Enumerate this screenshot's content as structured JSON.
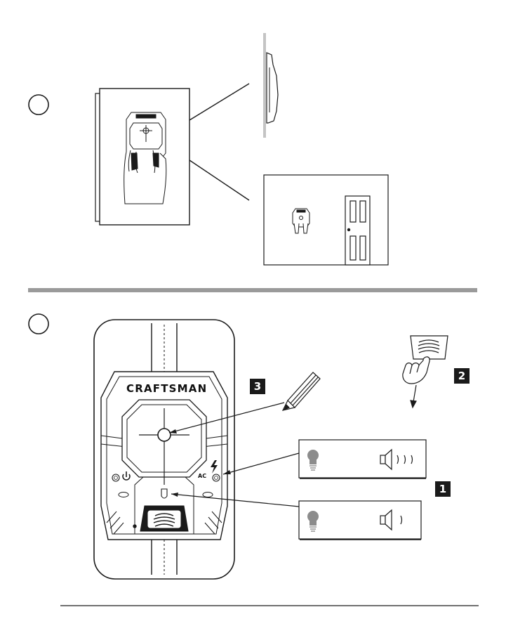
{
  "device": {
    "brand_text": "CRAFTSMAN",
    "ac_label": "AC"
  },
  "steps": [
    {
      "label": "1"
    },
    {
      "label": "2"
    },
    {
      "label": "3"
    }
  ],
  "colors": {
    "ink": "#1a1a1a",
    "divider": "#9a9a9a",
    "bulb": "#8c8c8c"
  },
  "icons": [
    "hand-holding-scanner-icon",
    "wall-side-view-icon",
    "door-icon",
    "stud-scanner-icon",
    "pencil-icon",
    "finger-press-icon",
    "scan-button-icon",
    "power-icon",
    "ac-lightning-icon",
    "light-bulb-icon",
    "speaker-icon"
  ]
}
